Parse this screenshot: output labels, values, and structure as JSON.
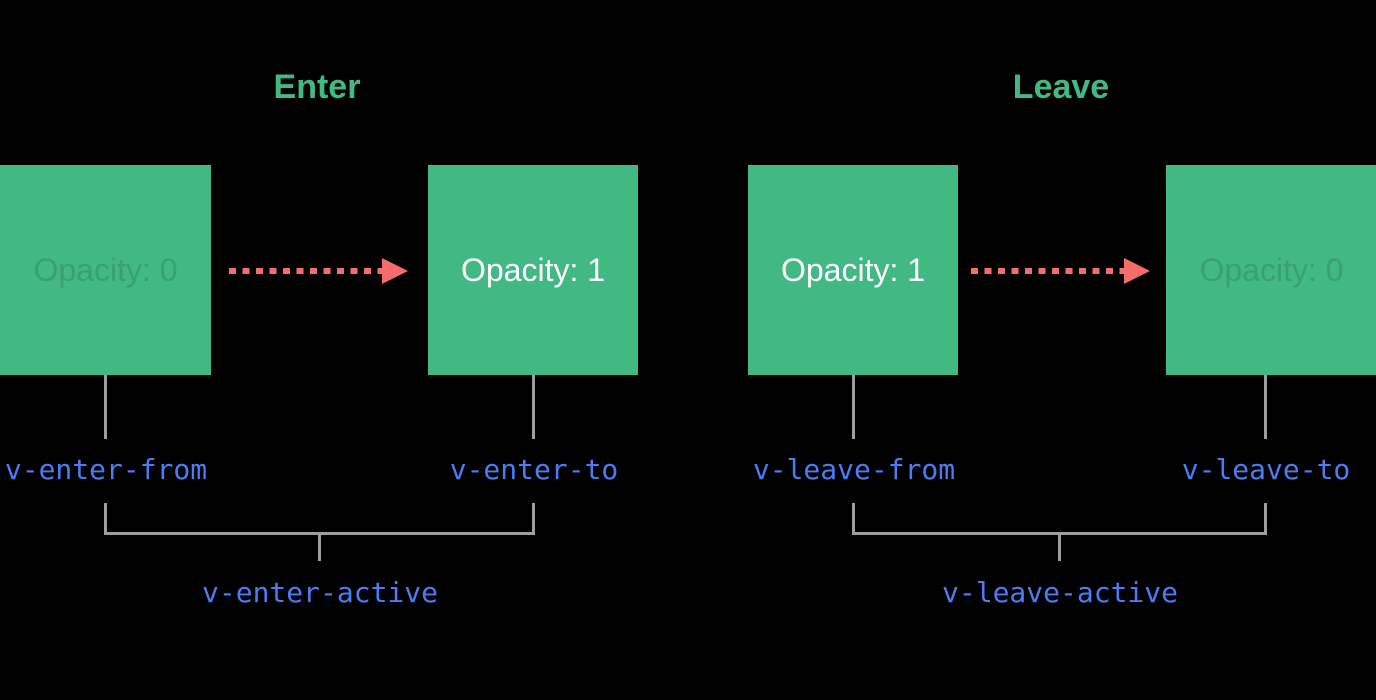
{
  "diagram": {
    "name": "vue-transition-classes-diagram",
    "sections": [
      {
        "title": "Enter",
        "from_box": {
          "label": "Opacity: 0",
          "state": "faded"
        },
        "to_box": {
          "label": "Opacity: 1",
          "state": "solid"
        },
        "from_class": "v-enter-from",
        "to_class": "v-enter-to",
        "active_class": "v-enter-active"
      },
      {
        "title": "Leave",
        "from_box": {
          "label": "Opacity: 1",
          "state": "solid"
        },
        "to_box": {
          "label": "Opacity: 0",
          "state": "faded"
        },
        "from_class": "v-leave-from",
        "to_class": "v-leave-to",
        "active_class": "v-leave-active"
      }
    ],
    "icons": {
      "transition_arrow": "dashed-arrow-right-icon"
    },
    "colors": {
      "background": "#000000",
      "box_green": "#42b883",
      "title_green": "#42b883",
      "arrow_red": "#f56c6c",
      "class_label_blue": "#4a7cf5",
      "connector_gray": "#9e9e9e",
      "box_text_white": "#ffffff"
    }
  }
}
